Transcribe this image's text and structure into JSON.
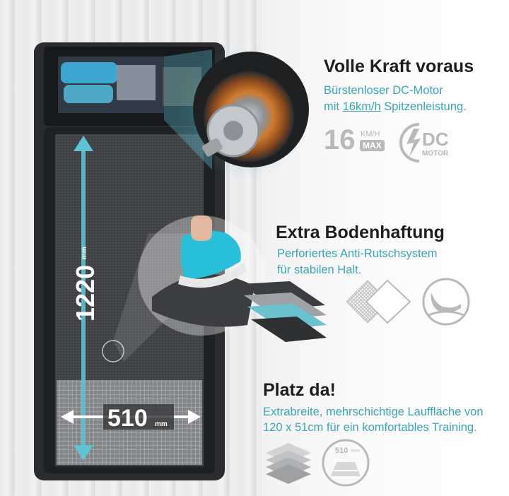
{
  "motor": {
    "heading": "Volle Kraft voraus",
    "line1": "Bürstenloser DC-Motor",
    "line2_pre": "mit ",
    "line2_highlight": "16km/h",
    "line2_post": " Spitzenleistung.",
    "speed_value": "16",
    "speed_unit": "KM/H",
    "speed_max": "MAX",
    "dc_label": "DC",
    "dc_sub": "MOTOR"
  },
  "grip": {
    "heading": "Extra Bodenhaftung",
    "line1": "Perforiertes Anti-Rutschsystem",
    "line2": "für stabilen Halt."
  },
  "space": {
    "heading": "Platz da!",
    "line1": "Extrabreite, mehrschichtige Lauffläche von",
    "line2": "120 x 51cm für ein komfortables Training.",
    "badge_value": "510",
    "badge_unit": "mm"
  },
  "dimensions": {
    "length_value": "1220",
    "length_unit": "mm",
    "width_value": "510",
    "width_unit": "mm"
  },
  "colors": {
    "accent": "#3aa6b4",
    "heading": "#1e1e1e",
    "icon_gray": "#b9b9bb",
    "arrow": "#5fc3d3"
  }
}
